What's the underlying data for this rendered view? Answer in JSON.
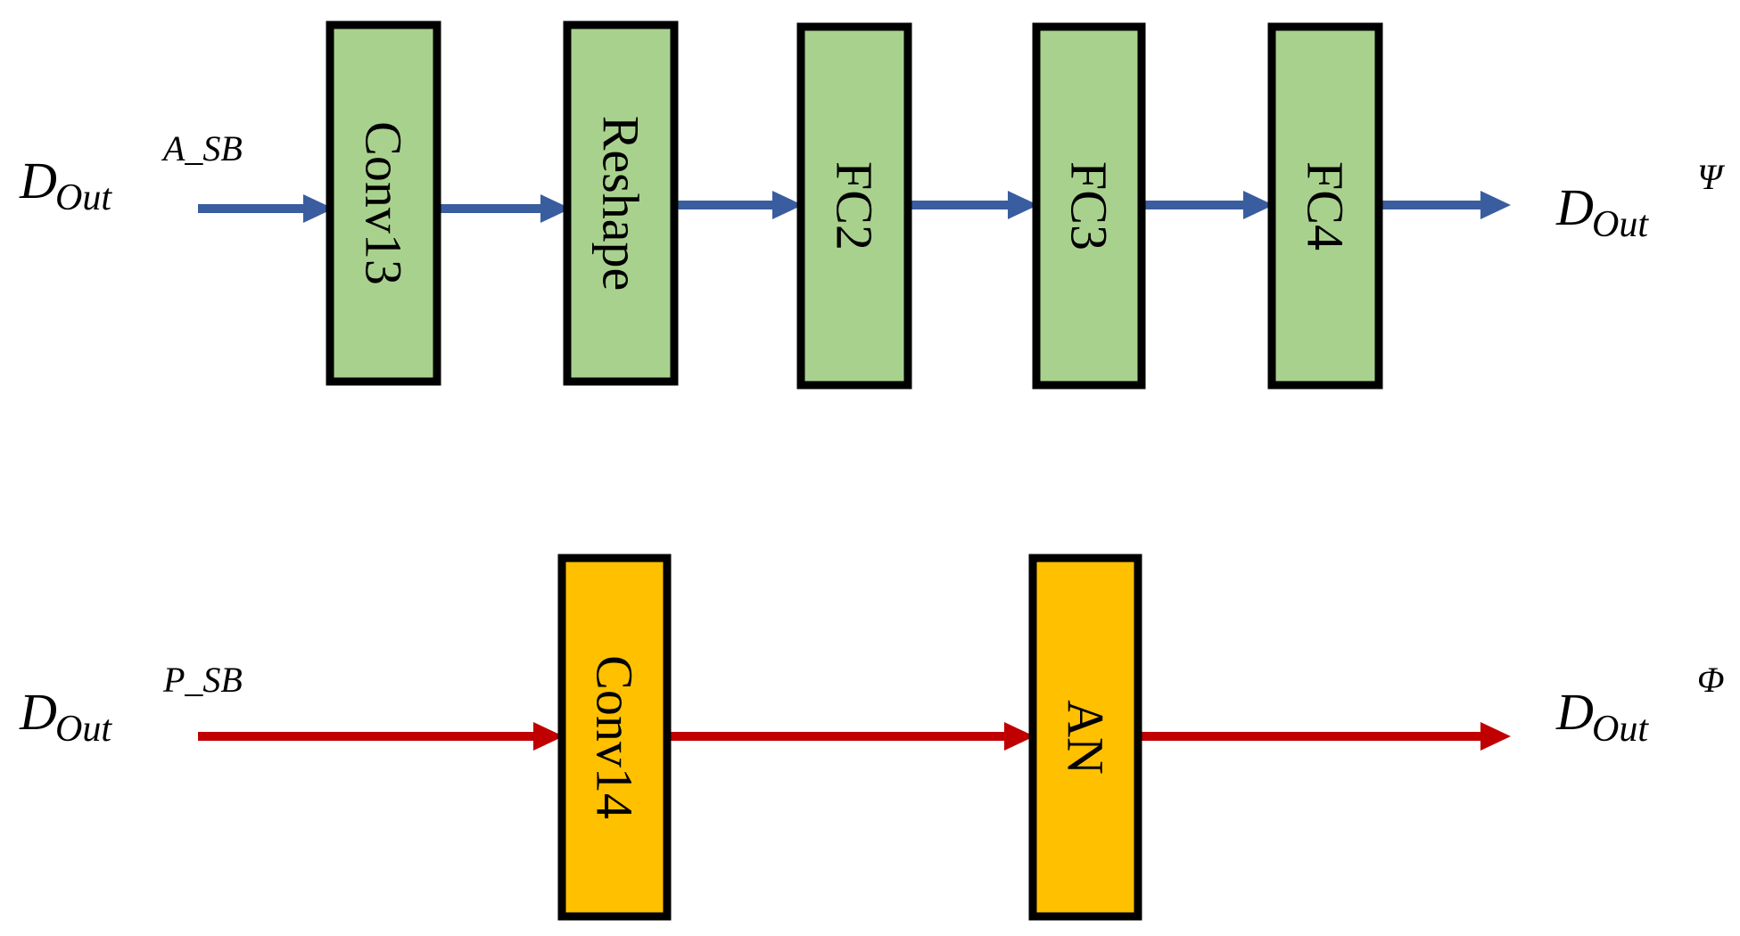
{
  "colors": {
    "top_arrow": "#3A5DA0",
    "bottom_arrow": "#C00000",
    "green_block": "#A9D18E",
    "orange_block": "#FFC000",
    "block_border": "#000000"
  },
  "top_row": {
    "input": {
      "main": "D",
      "sub": "Out",
      "sup": "A_SB"
    },
    "blocks": [
      "Conv13",
      "Reshape",
      "FC2",
      "FC3",
      "FC4"
    ],
    "output": {
      "main": "D",
      "sub": "Out",
      "sup": "Ψ"
    }
  },
  "bottom_row": {
    "input": {
      "main": "D",
      "sub": "Out",
      "sup": "P_SB"
    },
    "blocks": [
      "Conv14",
      "AN"
    ],
    "output": {
      "main": "D",
      "sub": "Out",
      "sup": "Φ"
    }
  }
}
